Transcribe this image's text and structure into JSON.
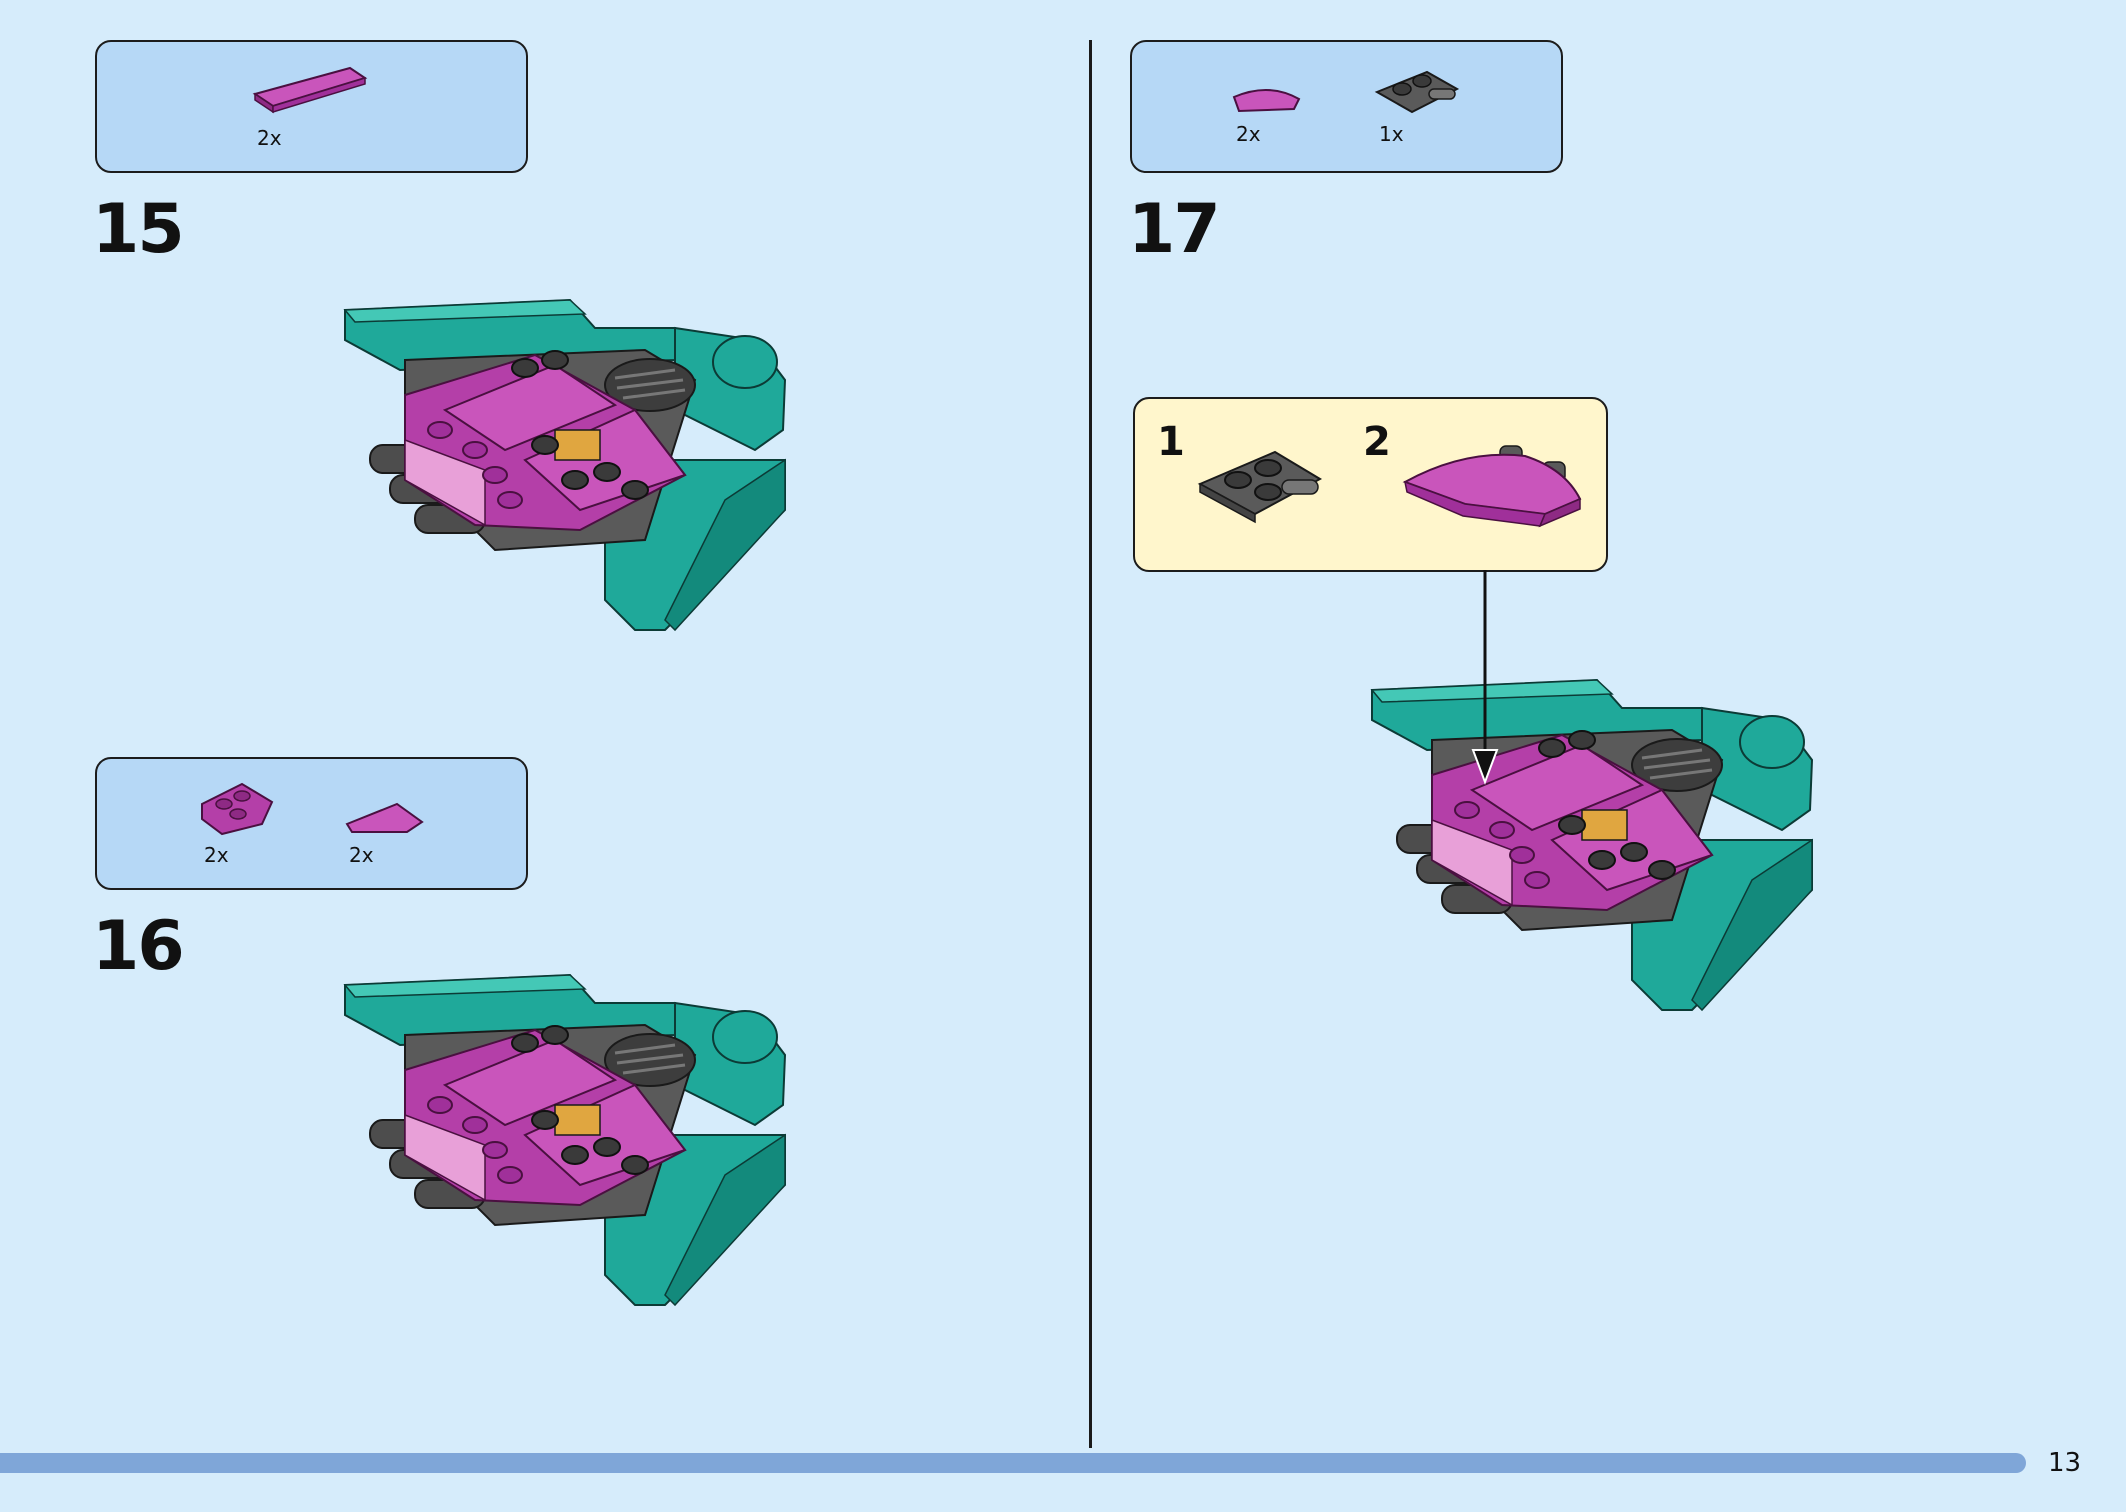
{
  "steps": [
    {
      "number": "15",
      "parts": [
        {
          "qty": "2x",
          "icon": "magenta-tile-1x4"
        }
      ]
    },
    {
      "number": "16",
      "parts": [
        {
          "qty": "2x",
          "icon": "magenta-wedge-plate"
        },
        {
          "qty": "2x",
          "icon": "magenta-wedge-tile"
        }
      ]
    },
    {
      "number": "17",
      "parts": [
        {
          "qty": "2x",
          "icon": "magenta-curved-slope"
        },
        {
          "qty": "1x",
          "icon": "dark-grey-plate-with-handle"
        }
      ],
      "subassembly": [
        {
          "number": "1",
          "icon": "dark-grey-plate-with-handle"
        },
        {
          "number": "2",
          "icon": "magenta-curved-slope-assembly"
        }
      ]
    }
  ],
  "page_number": "13",
  "colors": {
    "background": "#d6ecfb",
    "parts_box": "#b6d8f6",
    "subassembly_box": "#fff6cc",
    "magenta": "#b43fa8",
    "teal": "#1fa99a",
    "dark_grey": "#5a5a5a",
    "progress": "#7fa6d8"
  }
}
